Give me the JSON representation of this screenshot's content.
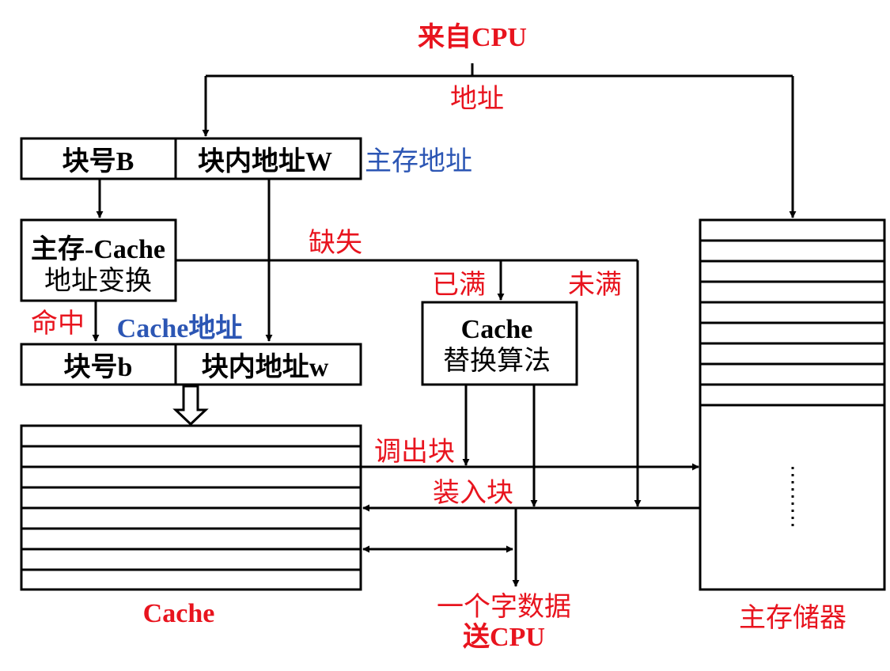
{
  "labels": {
    "from_cpu": "来自CPU",
    "address": "地址",
    "main_memory_address": "主存地址",
    "miss": "缺失",
    "full": "已满",
    "not_full": "未满",
    "hit": "命中",
    "cache_address": "Cache地址",
    "evict_block": "调出块",
    "load_block": "装入块",
    "send_word_line1": "一个字数据",
    "send_word_line2": "送CPU",
    "cache_caption": "Cache",
    "main_memory_caption": "主存储器"
  },
  "main_address_box": {
    "block_number": "块号B",
    "block_offset": "块内地址W"
  },
  "translation_box": {
    "line1": "主存-Cache",
    "line2": "地址变换"
  },
  "cache_address_box": {
    "block_number": "块号b",
    "block_offset": "块内地址w"
  },
  "replacement_box": {
    "line1": "Cache",
    "line2": "替换算法"
  },
  "main_memory_ellipsis": "⋮",
  "colors": {
    "red_label": "#e8141e",
    "blue_label": "#2c56b4",
    "line": "#000000"
  }
}
